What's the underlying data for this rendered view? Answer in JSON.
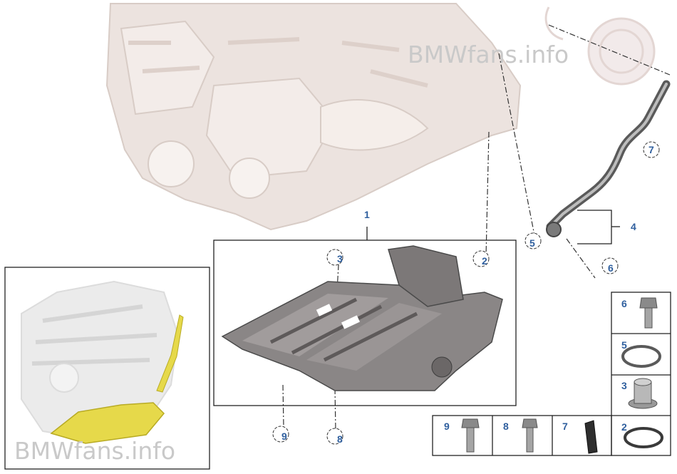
{
  "watermark_top": "BMWfans.info",
  "watermark_bottom": "BMWfans.info",
  "colors": {
    "callout": "#2f5f9e",
    "engine_block": "#ece3df",
    "oil_pan": "#8a8686",
    "highlight": "#e6d94a",
    "frame": "#222222"
  },
  "callouts": {
    "c1": "1",
    "c2": "2",
    "c3": "3",
    "c4": "4",
    "c5": "5",
    "c6": "6",
    "c7": "7",
    "c8": "8",
    "c9": "9"
  },
  "parts_table": {
    "r6": "6",
    "r5": "5",
    "r3": "3",
    "r2": "2",
    "b9": "9",
    "b8": "8",
    "b7": "7"
  }
}
